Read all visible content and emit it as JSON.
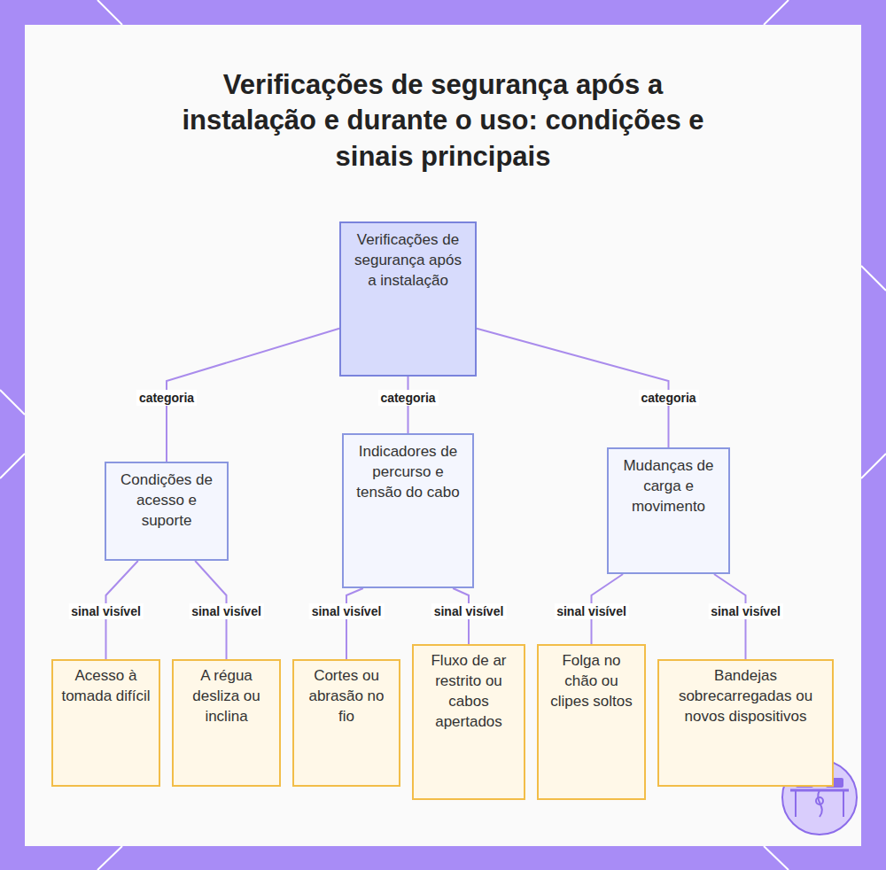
{
  "diagram": {
    "title": "Verificações de segurança após a instalação e durante o uso: condições e sinais principais",
    "nodes": [
      {
        "text": [
          "Verificações de segurança após a instalação"
        ]
      },
      {
        "text": [
          "Condições de acesso e suporte"
        ]
      },
      {
        "text": [
          "Indicadores de percurso e tensão do cabo"
        ]
      },
      {
        "text": [
          "Mudanças de carga e movimento"
        ]
      },
      {
        "text": [
          "Acesso à tomada difícil"
        ]
      },
      {
        "text": [
          "A régua desliza ou inclina"
        ]
      },
      {
        "text": [
          "Cortes ou abrasão no fio"
        ]
      },
      {
        "text": [
          "Fluxo de ar restrito ou cabos apertados"
        ]
      },
      {
        "text": [
          "Folga no chão ou clipes soltos"
        ]
      },
      {
        "text": [
          "Bandejas sobrecarregadas ou novos dispositivos"
        ]
      }
    ],
    "edges": [
      {
        "from": 0,
        "to": 1,
        "label": "categoria",
        "arrow": "none"
      },
      {
        "from": 0,
        "to": 2,
        "label": "categoria",
        "arrow": "none"
      },
      {
        "from": 0,
        "to": 3,
        "label": "categoria",
        "arrow": "none"
      },
      {
        "from": 1,
        "to": 4,
        "label": "sinal visível",
        "arrow": "none"
      },
      {
        "from": 1,
        "to": 5,
        "label": "sinal visível",
        "arrow": "none"
      },
      {
        "from": 2,
        "to": 6,
        "label": "sinal visível",
        "arrow": "none"
      },
      {
        "from": 2,
        "to": 7,
        "label": "sinal visível",
        "arrow": "none"
      },
      {
        "from": 3,
        "to": 8,
        "label": "sinal visível",
        "arrow": "none"
      },
      {
        "from": 3,
        "to": 9,
        "label": "sinal visível",
        "arrow": "none"
      }
    ]
  }
}
